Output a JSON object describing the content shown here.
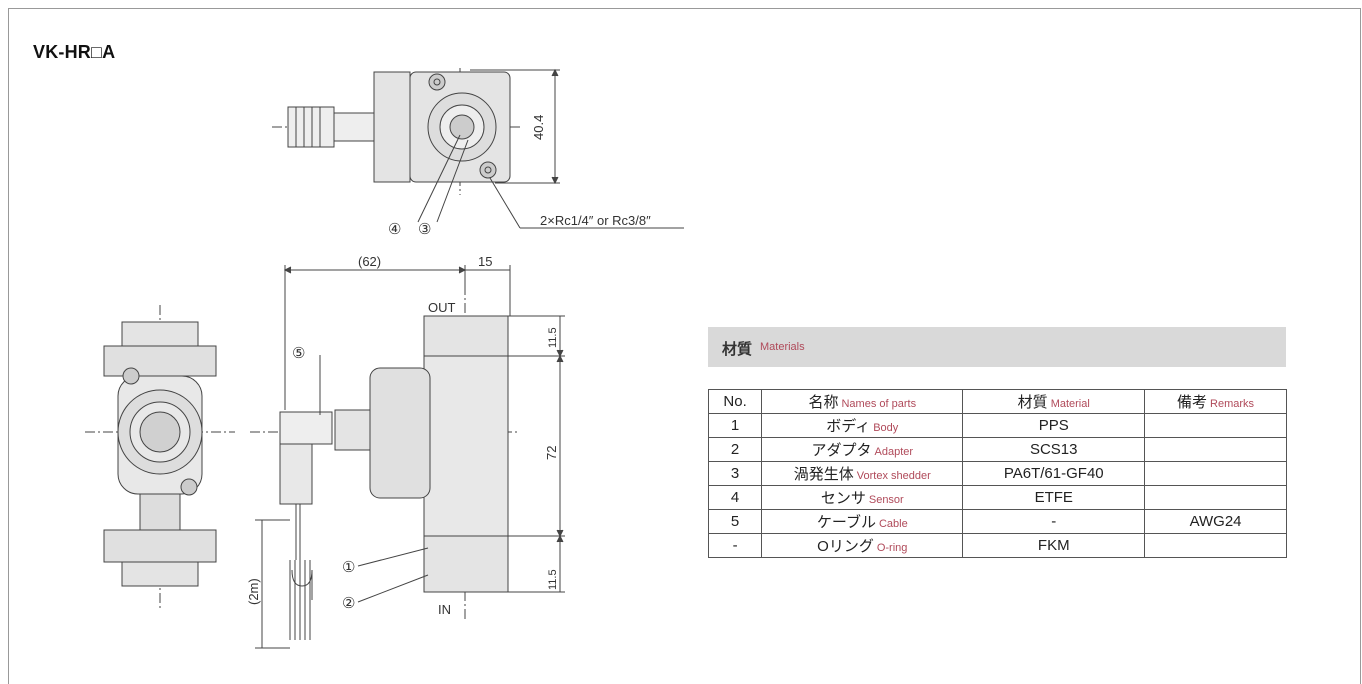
{
  "model": "VK-HR□A",
  "dimensions": {
    "height_top": "40.4",
    "port_note": "2×Rc1/4″ or Rc3/8″",
    "width_62": "(62)",
    "width_15": "15",
    "out_label": "OUT",
    "in_label": "IN",
    "dim_11_5_top": "11.5",
    "dim_72": "72",
    "dim_11_5_bottom": "11.5",
    "cable_length": "(2m)",
    "callout_1": "①",
    "callout_2": "②",
    "callout_3": "③",
    "callout_4": "④",
    "callout_5": "⑤"
  },
  "materials": {
    "title_jp": "材質",
    "title_en": "Materials",
    "columns": [
      {
        "jp": "No.",
        "en": ""
      },
      {
        "jp": "名称",
        "en": "Names of parts"
      },
      {
        "jp": "材質",
        "en": "Material"
      },
      {
        "jp": "備考",
        "en": "Remarks"
      }
    ],
    "rows": [
      {
        "no": "1",
        "name_jp": "ボディ",
        "name_en": "Body",
        "material": "PPS",
        "remarks": ""
      },
      {
        "no": "2",
        "name_jp": "アダプタ",
        "name_en": "Adapter",
        "material": "SCS13",
        "remarks": ""
      },
      {
        "no": "3",
        "name_jp": "渦発生体",
        "name_en": "Vortex shedder",
        "material": "PA6T/61-GF40",
        "remarks": ""
      },
      {
        "no": "4",
        "name_jp": "センサ",
        "name_en": "Sensor",
        "material": "ETFE",
        "remarks": ""
      },
      {
        "no": "5",
        "name_jp": "ケーブル",
        "name_en": "Cable",
        "material": "-",
        "remarks": "AWG24"
      },
      {
        "no": "-",
        "name_jp": "Oリング",
        "name_en": "O-ring",
        "material": "FKM",
        "remarks": ""
      }
    ]
  },
  "colors": {
    "accent_text": "#b04a5a",
    "header_bg": "#d9d9d9"
  }
}
